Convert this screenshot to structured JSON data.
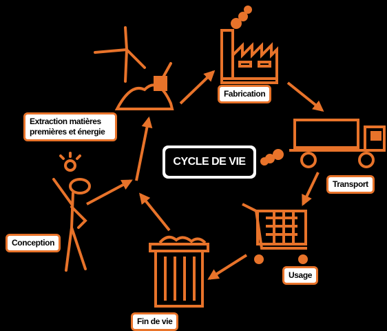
{
  "title": "CYCLE DE VIE",
  "stages": {
    "extraction": "Extraction matières premières et énergie",
    "fabrication": "Fabrication",
    "transport": "Transport",
    "usage": "Usage",
    "fin_de_vie": "Fin de vie",
    "conception": "Conception"
  },
  "colors": {
    "background": "#000000",
    "accent": "#e8732a",
    "label_bg": "#ffffff"
  }
}
